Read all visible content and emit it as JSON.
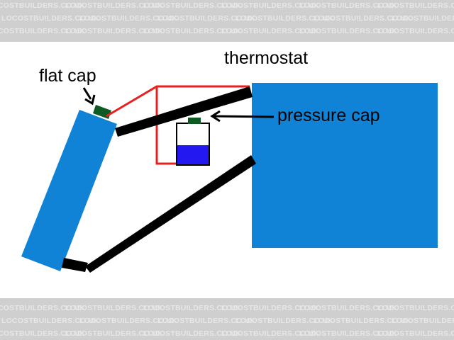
{
  "watermark": "LOCOSTBUILDERS.CO.UK",
  "labels": {
    "flat_cap": "flat cap",
    "thermostat": "thermostat",
    "pressure_cap": "pressure cap"
  },
  "colors": {
    "radiator": "#1183d6",
    "engine": "#1183d6",
    "hose": "#000000",
    "bleed_line": "#e82020",
    "cap": "#0e5a22",
    "coolant": "#2418f0",
    "band": "#cfcfcf"
  }
}
